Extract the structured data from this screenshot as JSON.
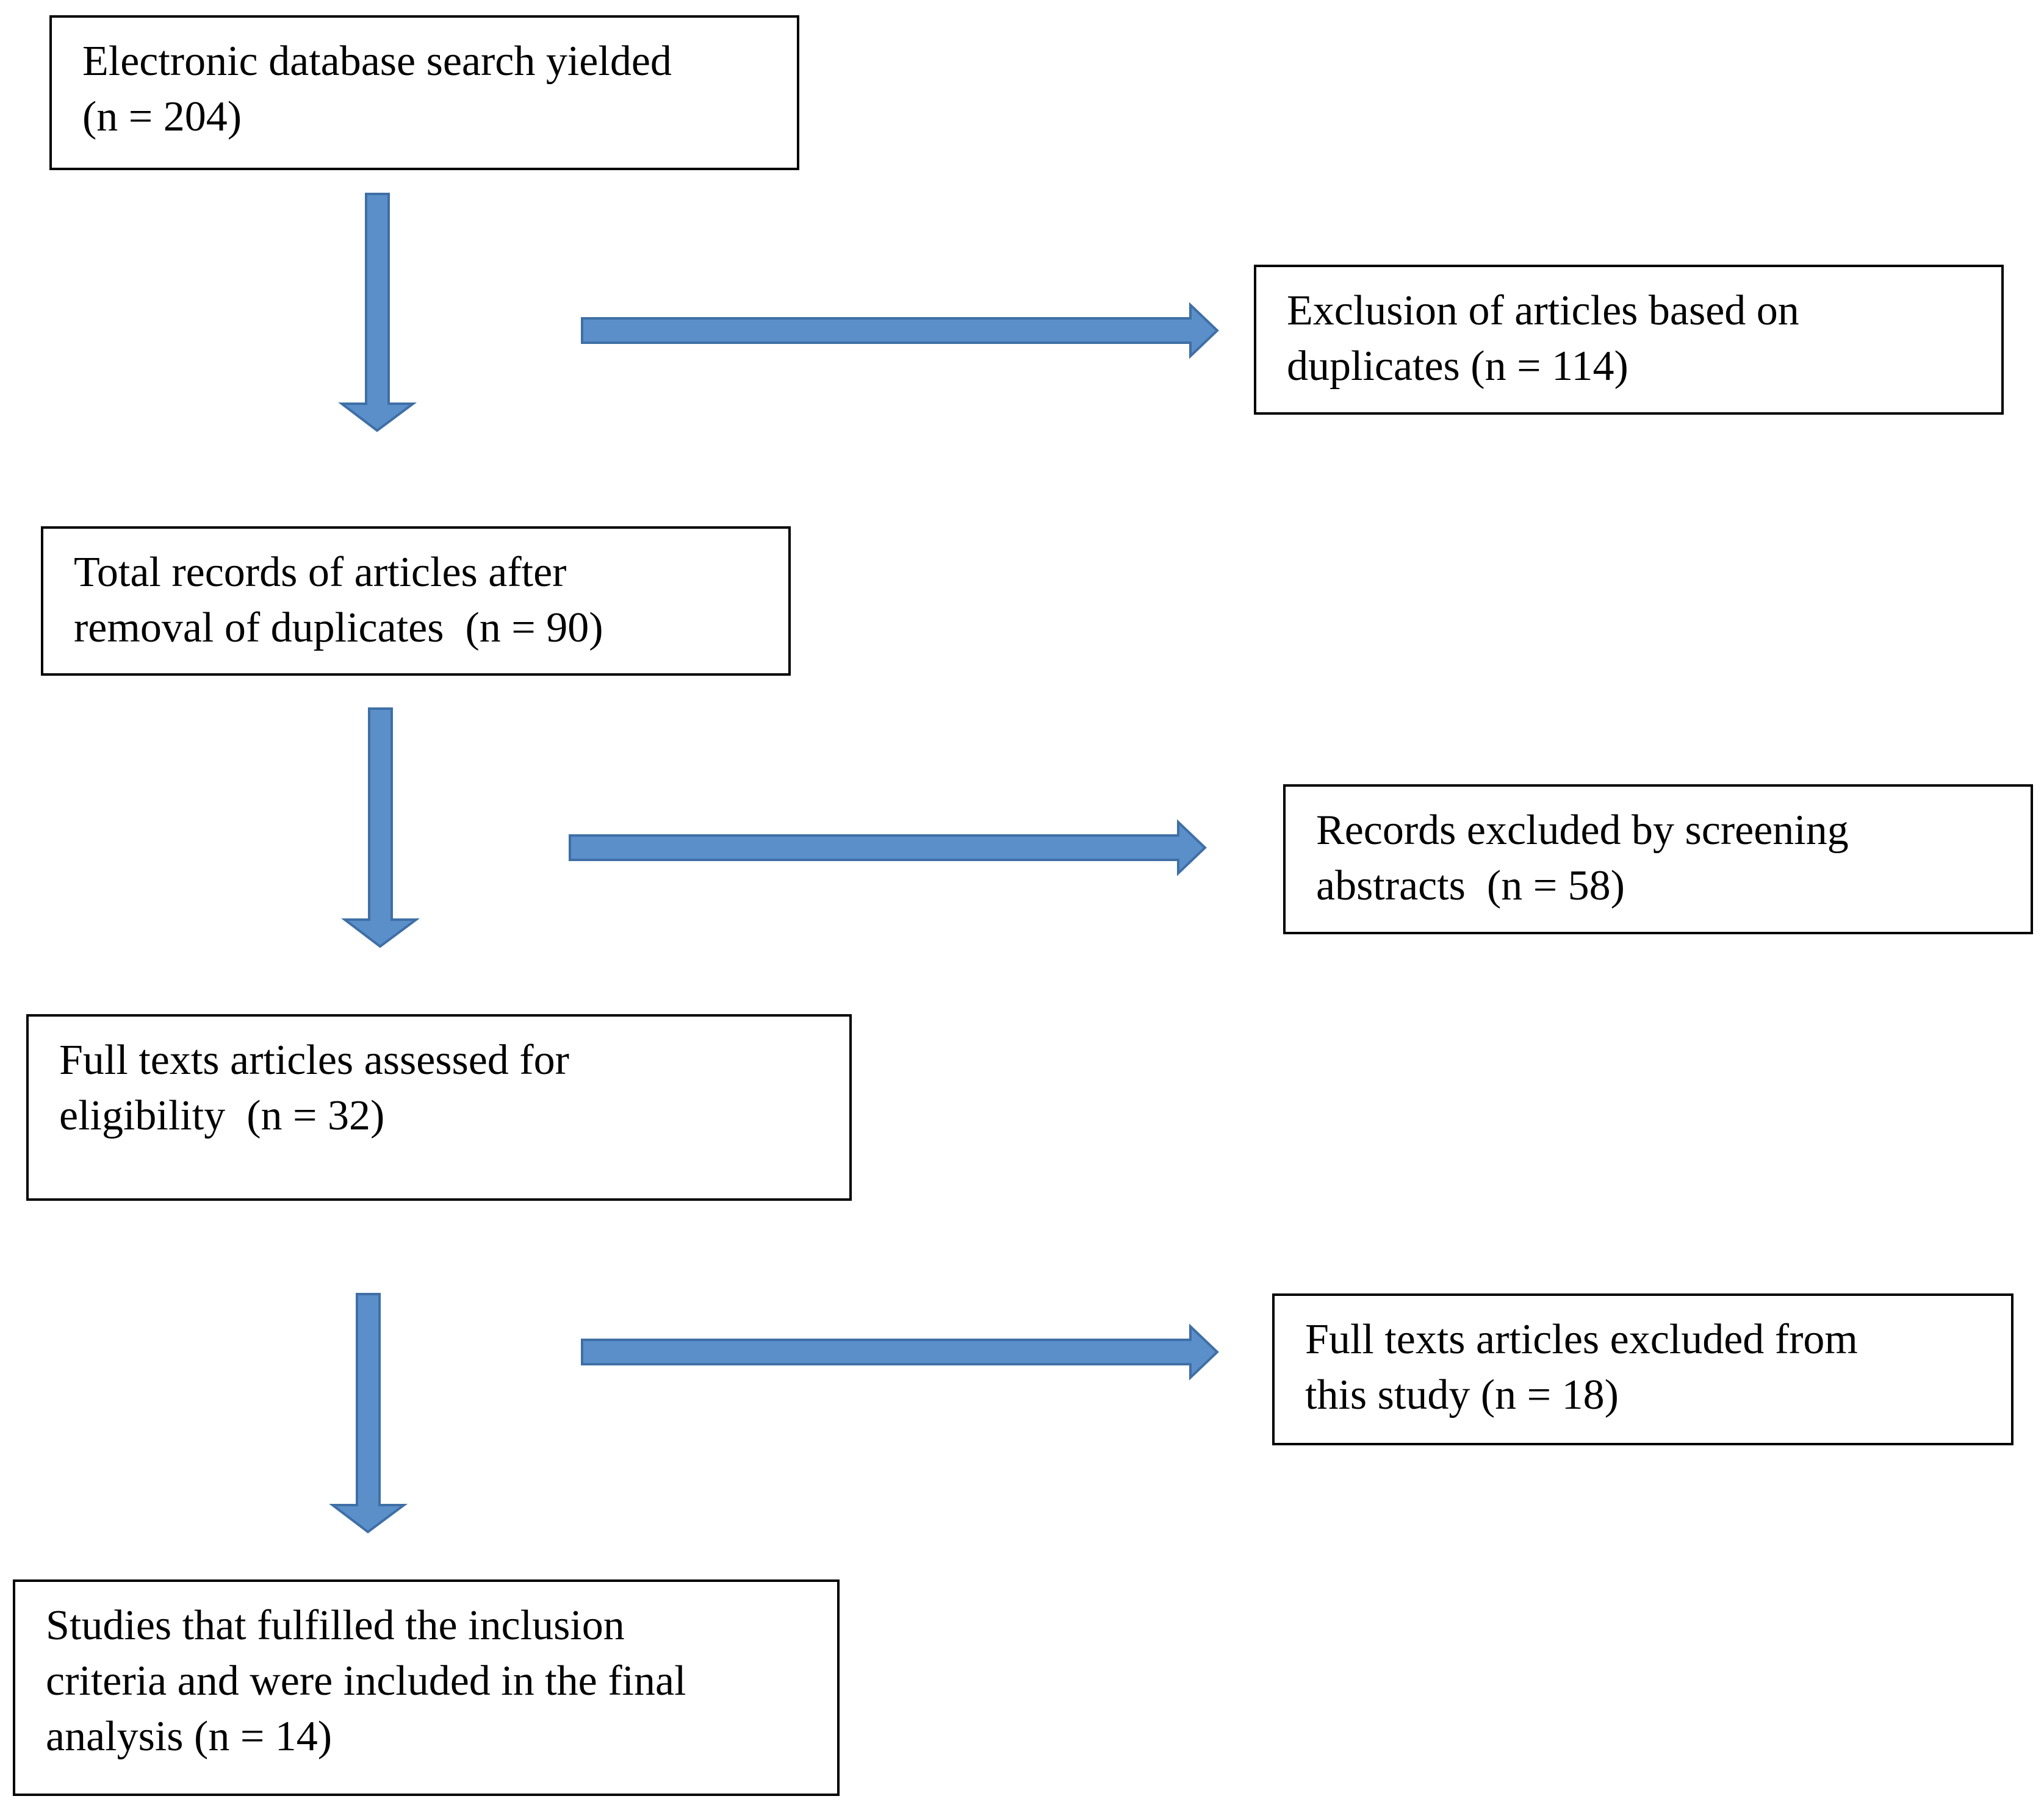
{
  "flowchart": {
    "search": {
      "lines": [
        "Electronic database search yielded",
        "(n = 204)"
      ]
    },
    "duplicates_excluded": {
      "lines": [
        "Exclusion of articles based on",
        "duplicates (n = 114)"
      ]
    },
    "after_duplicates": {
      "lines": [
        "Total records of articles after",
        "removal of duplicates  (n = 90)"
      ]
    },
    "screening_excluded": {
      "lines": [
        "Records excluded by screening",
        "abstracts  (n = 58)"
      ]
    },
    "full_text_assessed": {
      "lines": [
        "Full texts articles assessed for",
        "eligibility  (n = 32)"
      ]
    },
    "full_text_excluded": {
      "lines": [
        "Full texts articles excluded from",
        "this study (n = 18)"
      ]
    },
    "included": {
      "lines": [
        "Studies that fulfilled the inclusion",
        "criteria and were included in the final",
        "analysis (n = 14)"
      ]
    }
  },
  "colors": {
    "arrow_fill": "#5b8fc9",
    "arrow_stroke": "#3f6fa6",
    "box_border": "#000000"
  }
}
